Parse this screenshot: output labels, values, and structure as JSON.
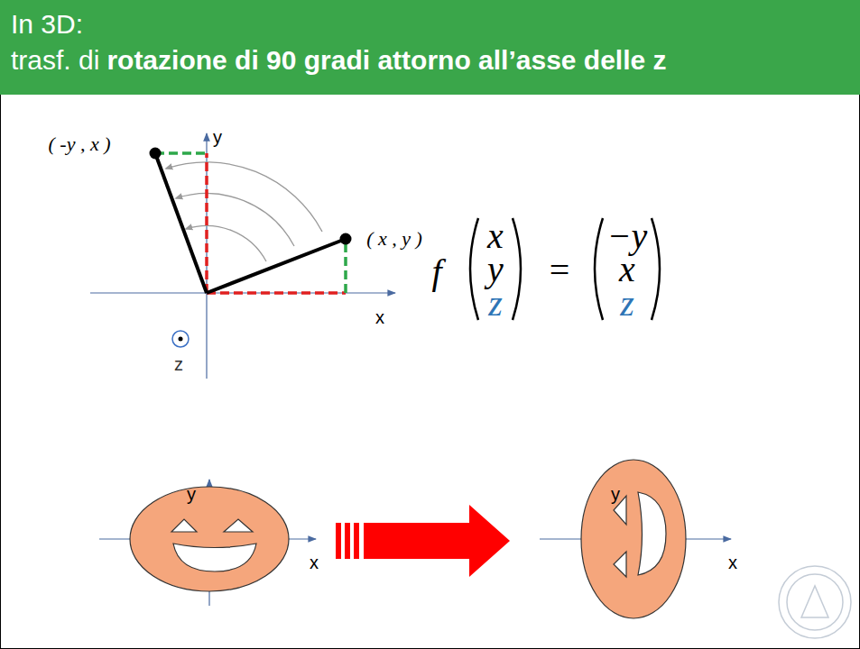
{
  "diagram": {
    "title": "In 3D:",
    "labels": [
      "trasf. di",
      "rotazione di 90 gradi attorno all’asse delle z",
      "y",
      "( -y , x )",
      "( x , y )",
      "x",
      "z",
      "f",
      "x",
      "y",
      "z",
      "=",
      "−y",
      "x",
      "z",
      "y",
      "x",
      "y",
      "x"
    ]
  }
}
